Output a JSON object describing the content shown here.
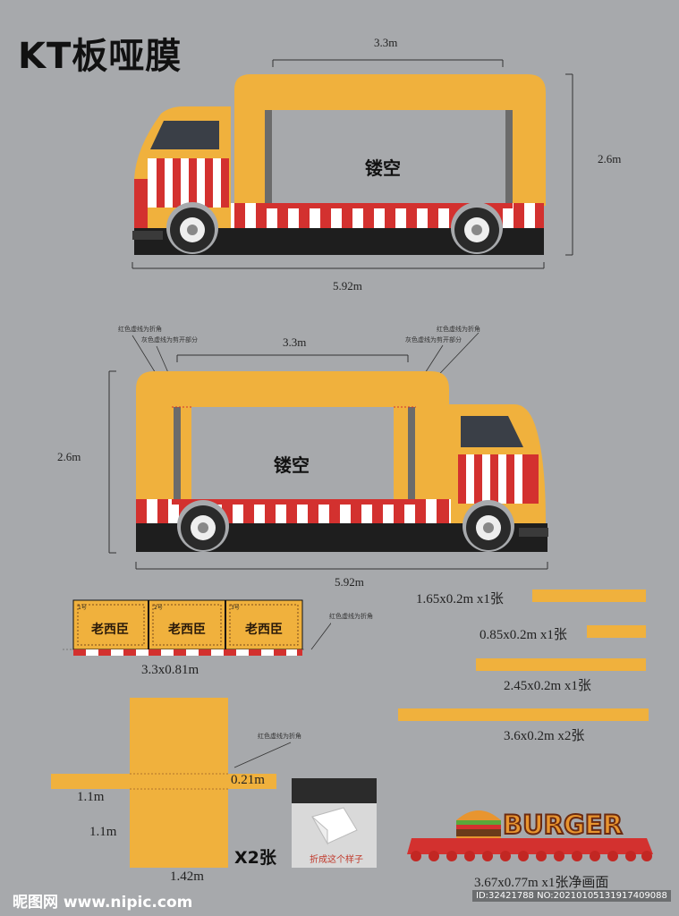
{
  "title": "KT板哑膜",
  "truck1": {
    "width_top": "3.3m",
    "height": "2.6m",
    "length": "5.92m",
    "center": "镂空"
  },
  "truck2": {
    "width_top": "3.3m",
    "height": "2.6m",
    "length": "5.92m",
    "center": "镂空",
    "note_left_red": "红色虚线为折角",
    "note_left_grey": "灰色虚线为剪开部分",
    "note_right_red": "红色虚线为折角",
    "note_right_grey": "灰色虚线为剪开部分"
  },
  "signboard": {
    "size": "3.3x0.81m",
    "note": "红色虚线为折角",
    "panels": [
      {
        "num": "1号",
        "brand": "老西臣"
      },
      {
        "num": "2号",
        "brand": "老西臣"
      },
      {
        "num": "3号",
        "brand": "老西臣"
      }
    ]
  },
  "strips": [
    {
      "label": "1.65x0.2m x1张",
      "fill": 0.46
    },
    {
      "label": "0.85x0.2m x1张",
      "fill": 0.24
    },
    {
      "label": "2.45x0.2m x1张",
      "fill": 0.68
    },
    {
      "label": "3.6x0.2m x2张",
      "fill": 1.0
    }
  ],
  "box": {
    "note": "红色虚线为折角",
    "dim_top": "0.21m",
    "dim_left1": "1.1m",
    "dim_left2": "1.1m",
    "dim_bottom": "1.42m",
    "qty": "X2张",
    "photo_caption": "折成这个样子"
  },
  "awning": {
    "brand": "BURGER",
    "size": "3.67x0.77m x1张净画面"
  },
  "watermark": {
    "site": "昵图网 www.nipic.com",
    "id": "ID:32421788 NO:20210105131917409088"
  },
  "colors": {
    "yellow": "#f0b13d",
    "red": "#d3312f",
    "background": "#a7a9ac",
    "window": "#3a3f47"
  }
}
